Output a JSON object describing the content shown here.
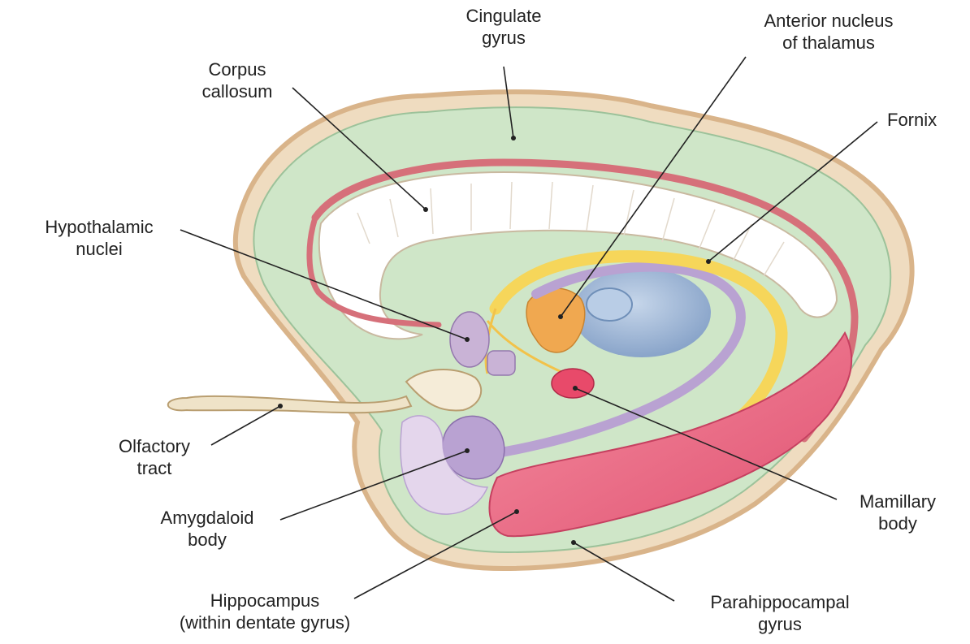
{
  "labels": {
    "cingulate_gyrus": [
      "Cingulate",
      "gyrus"
    ],
    "anterior_nucleus": [
      "Anterior nucleus",
      "of thalamus"
    ],
    "corpus_callosum": [
      "Corpus",
      "callosum"
    ],
    "fornix": [
      "Fornix"
    ],
    "hypothalamic_nuclei": [
      "Hypothalamic",
      "nuclei"
    ],
    "olfactory_tract": [
      "Olfactory",
      "tract"
    ],
    "amygdaloid_body": [
      "Amygdaloid",
      "body"
    ],
    "mamillary_body": [
      "Mamillary",
      "body"
    ],
    "hippocampus": [
      "Hippocampus",
      "(within dentate gyrus)"
    ],
    "parahippocampal_gyrus": [
      "Parahippocampal",
      "gyrus"
    ]
  },
  "colors": {
    "cingulate": "#cfe6c8",
    "cortex_halo": "#e8c9a0",
    "corpus_callosum": "#ffffff",
    "stria": "#d6707a",
    "fornix": "#f6d65a",
    "thalamus": "#9fb8d6",
    "anterior_nucleus": "#f0a850",
    "hypothalamus": "#c9b3d6",
    "amygdala": "#b9a2d2",
    "mamillary": "#e84a6a",
    "hippocampus": "#ef6f86",
    "olfactory": "#efe3c8",
    "leader": "#222222"
  }
}
